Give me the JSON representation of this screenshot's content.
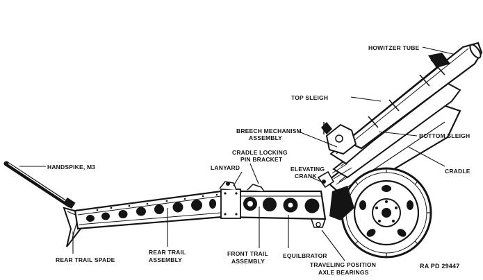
{
  "labels": {
    "howitzer_tube": "HOWITZER TUBE",
    "top_sleigh": "TOP SLEIGH",
    "breech_mechanism": [
      "BREECH MECHANISM",
      "ASSEMBLY"
    ],
    "bottom_sleigh": "BOTTOM SLEIGH",
    "cradle_locking_pin": [
      "CRADLE LOCKING",
      "PIN BRACKET"
    ],
    "handspike": "HANDSPIKE, M3",
    "lanyard": "LANYARD",
    "elevating_crank": [
      "ELEVATING",
      "CRANK"
    ],
    "cradle": "CRADLE",
    "rear_trail_spade": "REAR TRAIL SPADE",
    "rear_trail_assembly": [
      "REAR TRAIL",
      "ASSEMBLY"
    ],
    "front_trail_assembly": [
      "FRONT TRAIL",
      "ASSEMBLY"
    ],
    "equilibrator": "EQUILBRATOR",
    "traveling_position": [
      "TRAVELING POSITION",
      "AXLE BEARINGS"
    ]
  },
  "figure_id": "RA PD 29447"
}
